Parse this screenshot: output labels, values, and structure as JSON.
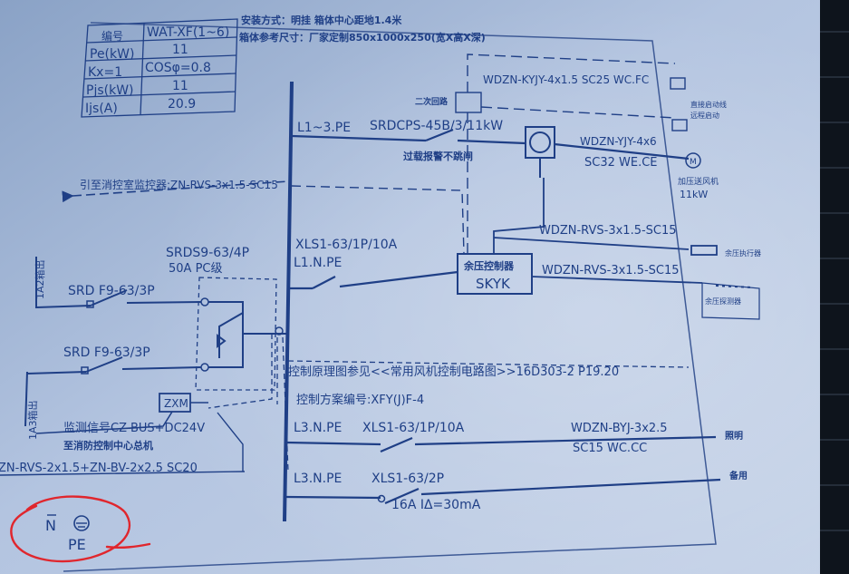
{
  "colors": {
    "paper_light": "#c6d3e8",
    "paper_dark": "#8aa2c6",
    "ink": "#1f3f86",
    "annotation": "#e0262d",
    "background": "#16202c"
  },
  "table": {
    "rows": [
      {
        "label": "编号",
        "value": "WAT-XF(1~6)"
      },
      {
        "label": "Pe(kW)",
        "value": "11"
      },
      {
        "label": "Kx=1",
        "value": "COSφ=0.8"
      },
      {
        "label": "Pjs(kW)",
        "value": "11"
      },
      {
        "label": "Ijs(A)",
        "value": "20.9"
      }
    ],
    "install_note": "安装方式：明挂 箱体中心距地1.4米",
    "size_note": "箱体参考尺寸：厂家定制850x1000x250(宽X高X深)"
  },
  "bus_label": "L1~3.PE",
  "main_breaker": {
    "label": "SRDCPS-45B/3/11kW",
    "note": "过载报警不跳闸",
    "cable": "WDZN-YJY-4x6",
    "conduit": "SC32 WE.CE",
    "load_label": "加压送风机",
    "load_power": "11kW",
    "motor_symbol": "M"
  },
  "secondary_circuit": {
    "label": "二次回路",
    "cable": "WDZN-KYJY-4x1.5 SC25 WC.FC",
    "right_labels": [
      "直接启动线",
      "远程启动"
    ]
  },
  "fire_control": {
    "label": "引至消控室监控器:ZN-RVS-3x1.5-SC15"
  },
  "isolator": {
    "label": "SRDS9-63/4P",
    "rating": "50A PC级"
  },
  "feeders_left": [
    {
      "label": "SRD F9-63/3P",
      "side": "1A2箱出"
    },
    {
      "label": "SRD F9-63/3P",
      "side": "1A3箱出"
    }
  ],
  "control_breaker": {
    "label": "XLS1-63/1P/10A",
    "phase": "L1.N.PE"
  },
  "pressure_controller": {
    "label": "余压控制器",
    "code": "SKYK",
    "cable1": "WDZN-RVS-3x1.5-SC15",
    "cable2": "WDZN-RVS-3x1.5-SC15",
    "target1": "余压执行器",
    "target2": "余压探测器"
  },
  "zxm": {
    "label": "ZXM",
    "bus_note": "监测信号CZ-BUS+DC24V",
    "bus_note2": "至消防控制中心总机",
    "bus_cable": "ZN-RVS-2x1.5+ZN-BV-2x2.5 SC20"
  },
  "notes": {
    "control_ref": "控制原理图参见<<常用风机控制电路图>>16D303-2 P19.20",
    "scheme": "控制方案编号:XFY(J)F-4"
  },
  "lighting_circuit": {
    "phase": "L3.N.PE",
    "breaker": "XLS1-63/1P/10A",
    "cable": "WDZN-BYJ-3x2.5",
    "conduit": "SC15 WC.CC",
    "load": "照明"
  },
  "spare_circuit": {
    "phase": "L3.N.PE",
    "breaker": "XLS1-63/2P",
    "rating": "16A IΔ=30mA",
    "load": "备用"
  },
  "legend": {
    "n_label": "N",
    "pe_label": "PE"
  }
}
